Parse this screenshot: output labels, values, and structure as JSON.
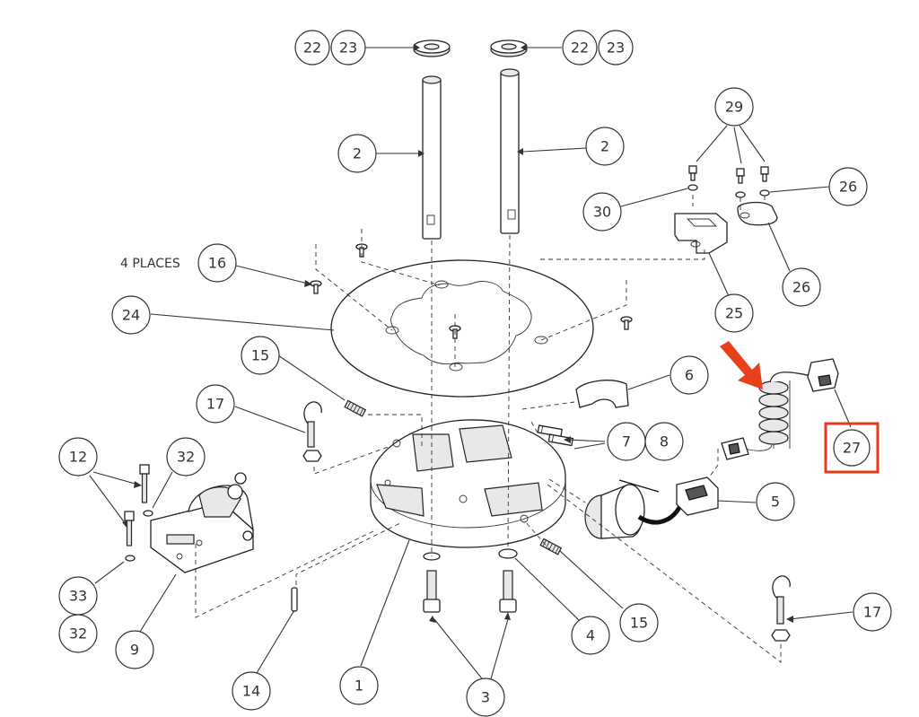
{
  "diagram": {
    "note_text": "4 PLACES",
    "callouts": {
      "b22a": "22",
      "b23a": "23",
      "b22b": "22",
      "b23b": "23",
      "b2a": "2",
      "b2b": "2",
      "b29": "29",
      "b30": "30",
      "b26a": "26",
      "b26b": "26",
      "b25": "25",
      "b16": "16",
      "b24": "24",
      "b15a": "15",
      "b17a": "17",
      "b6": "6",
      "b7": "7",
      "b8": "8",
      "b27": "27",
      "b5": "5",
      "b12": "12",
      "b32a": "32",
      "b33": "33",
      "b32b": "32",
      "b9": "9",
      "b14": "14",
      "b1": "1",
      "b3": "3",
      "b4": "4",
      "b15b": "15",
      "b17b": "17"
    },
    "highlight": {
      "target_callout": "27",
      "color": "#e53a1e"
    },
    "pointer_arrow": {
      "color": "#e8401c"
    }
  }
}
